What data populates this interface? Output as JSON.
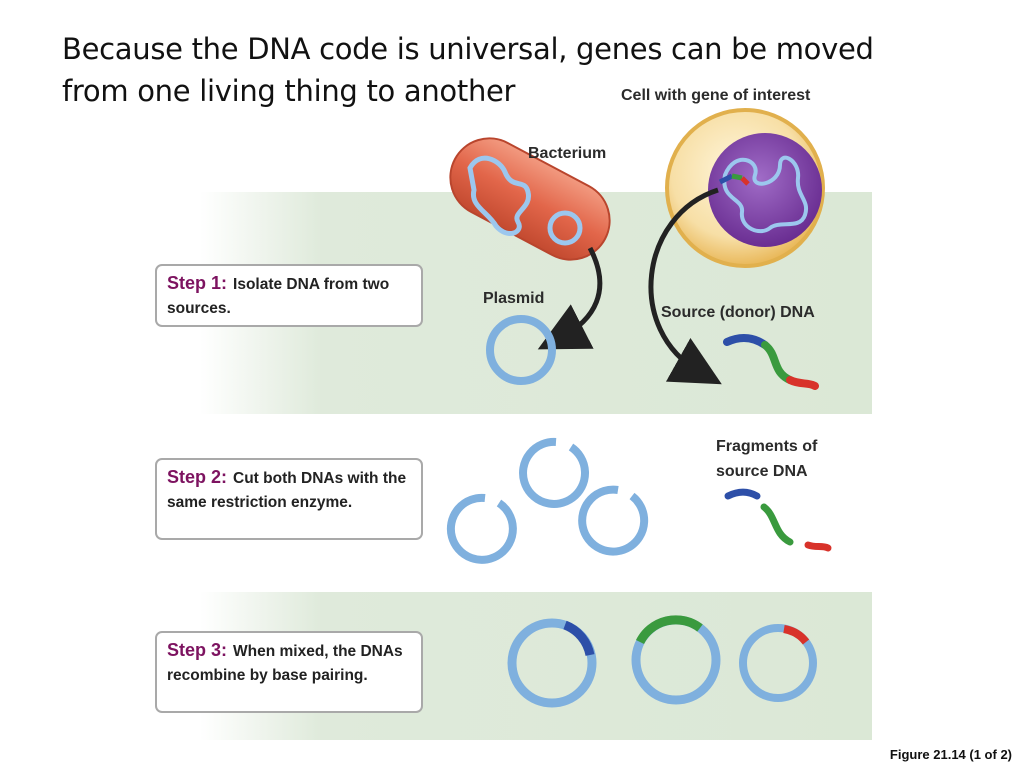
{
  "title": {
    "line1": "Because the DNA code is universal, genes can be moved",
    "line2": "from one living thing to another"
  },
  "labels": {
    "cell": "Cell with gene of interest",
    "bacterium": "Bacterium",
    "plasmid": "Plasmid",
    "source_dna": "Source (donor) DNA",
    "fragments_line1": "Fragments of",
    "fragments_line2": "source DNA"
  },
  "steps": [
    {
      "number": "Step 1:",
      "text": "Isolate DNA from two sources."
    },
    {
      "number": "Step 2:",
      "text": "Cut both DNAs with the same restriction enzyme."
    },
    {
      "number": "Step 3:",
      "text": "When mixed, the DNAs recombine by base pairing."
    }
  ],
  "footer": "Figure 21.14 (1 of 2)",
  "colors": {
    "step_label": "#7d1360",
    "plasmid_ring": "#7fb0de",
    "gene_blue": "#2d4fa8",
    "gene_green": "#3a9a3e",
    "gene_red": "#d8322a",
    "bacterium": "#e2664a",
    "cell_membrane": "#f2c66a",
    "nucleus": "#7b3fa0",
    "background_band": "#dbe8d6"
  }
}
